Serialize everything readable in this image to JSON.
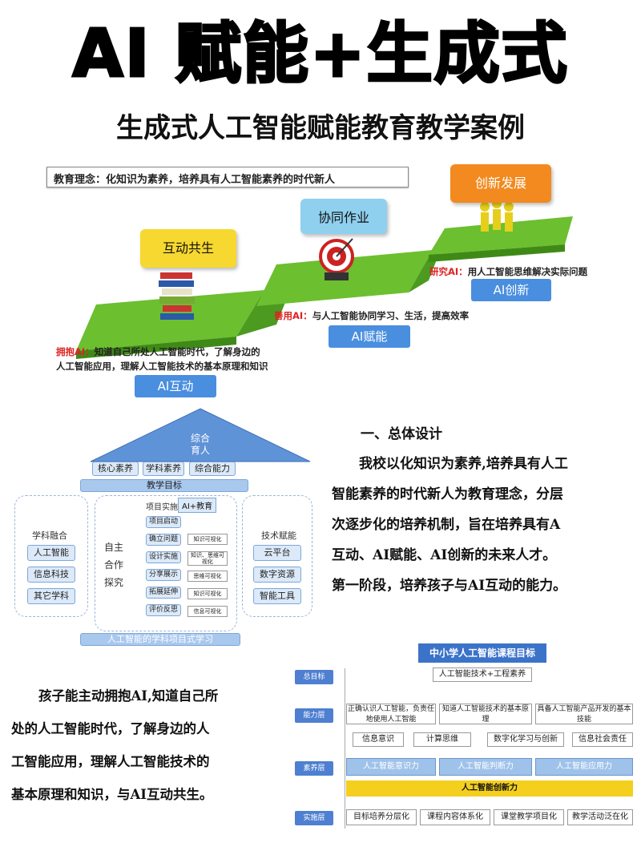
{
  "title": "AI 赋能+生成式",
  "subtitle": "生成式人工智能赋能教育教学案例",
  "infographic": {
    "philosophy": "教育理念：化知识为素养，培养具有人工智能素养的时代新人",
    "callouts": [
      "互动共生",
      "协同作业",
      "创新发展"
    ],
    "stages": [
      "AI互动",
      "AI赋能",
      "AI创新"
    ],
    "notes": {
      "yongbao_prefix": "拥抱AI：",
      "yongbao_line1": "知道自己所处人工智能时代，了解身边的",
      "yongbao_line2": "人工智能应用，理解人工智能技术的基本原理和知识",
      "shanyong_prefix": "善用AI：",
      "shanyong_text": "与人工智能协同学习、生活，提高效率",
      "yanjiu_prefix": "研究AI：",
      "yanjiu_text": "用人工智能思维解决实际问题"
    },
    "colors": {
      "callout1": "#f7d830",
      "callout2": "#8fd0ef",
      "callout3": "#f28a1f",
      "step": "#66b82e",
      "stage": "#4a8edf"
    }
  },
  "diagram": {
    "apex": [
      "综合",
      "育人"
    ],
    "pillars": [
      "核心素养",
      "学科素养",
      "综合能力"
    ],
    "goal": "教学目标",
    "left_title": "学科融合",
    "left_items": [
      "人工智能",
      "信息科技",
      "其它学科"
    ],
    "modes": [
      "自主",
      "合作",
      "探究"
    ],
    "proj_header": "项目实施",
    "proj_tag": "AI+教育",
    "steps": [
      "项目启动",
      "确立问题",
      "设计实施",
      "分享展示",
      "拓展延伸",
      "评价反思"
    ],
    "visual": [
      "知识可视化",
      "知识、思维可视化",
      "思维可视化",
      "知识可视化",
      "信息可视化"
    ],
    "right_title": "技术赋能",
    "right_items": [
      "云平台",
      "数字资源",
      "智能工具"
    ],
    "bottom": "人工智能的学科项目式学习"
  },
  "design": {
    "heading": "一、总体设计",
    "lines": [
      "我校以化知识为素养,培养具有人工",
      "智能素养的时代新人为教育理念，分层",
      "次逐步化的培养机制，旨在培养具有A",
      "互动、AI赋能、AI创新的未来人才。",
      "第一阶段，培养孩子与AI互动的能力。"
    ]
  },
  "child": {
    "lines": [
      "孩子能主动拥抱AI,知道自己所",
      "处的人工智能时代，了解身边的人",
      "工智能应用，理解人工智能技术的",
      "基本原理和知识，与AI互动共生。"
    ]
  },
  "goals": {
    "title": "中小学人工智能课程目标",
    "rows": [
      "总目标",
      "能力层",
      "素养层",
      "实施层"
    ],
    "main": "人工智能技术+工程素养",
    "ability": [
      "正确认识人工智能，负责任地使用人工智能",
      "知道人工智能技术的基本原理",
      "具备人工智能产品开发的基本技能"
    ],
    "literacy": [
      "信息意识",
      "计算思维",
      "数字化学习与创新",
      "信息社会责任"
    ],
    "blue": [
      "人工智能意识力",
      "人工智能判断力",
      "人工智能应用力"
    ],
    "yellow": "人工智能创新力",
    "impl": [
      "目标培养分层化",
      "课程内容体系化",
      "课堂教学项目化",
      "教学活动泛在化"
    ]
  }
}
